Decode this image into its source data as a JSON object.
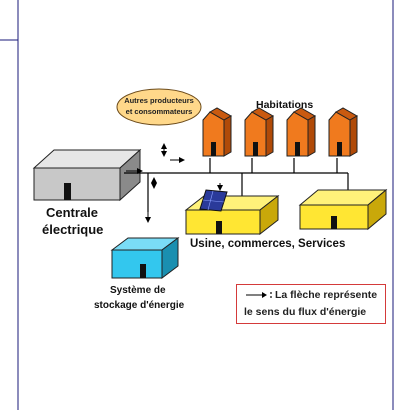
{
  "labels": {
    "producers_line1": "Autres producteurs",
    "producers_line2": "et consommateurs",
    "habitations": "Habitations",
    "power_plant_line1": "Centrale",
    "power_plant_line2": "électrique",
    "industry": "Usine, commerces, Services",
    "storage_line1": "Système de",
    "storage_line2": "stockage d'énergie",
    "legend_line1": "La flèche représente",
    "legend_line2": "le sens du flux d'énergie"
  },
  "colors": {
    "frame": "#1a1a7a",
    "house_orange": "#f07a1e",
    "industry_yellow": "#ffe633",
    "storage_cyan": "#33c7ee",
    "plant_gray": "#c8c8c8",
    "producers_fill": "#ffd88a",
    "legend_border": "#d43a3a",
    "solar_panel": "#2a3a9a"
  },
  "icons": [
    "power-plant-icon",
    "house-icon",
    "solar-panel-icon",
    "factory-icon",
    "storage-icon",
    "arrow-icon"
  ]
}
